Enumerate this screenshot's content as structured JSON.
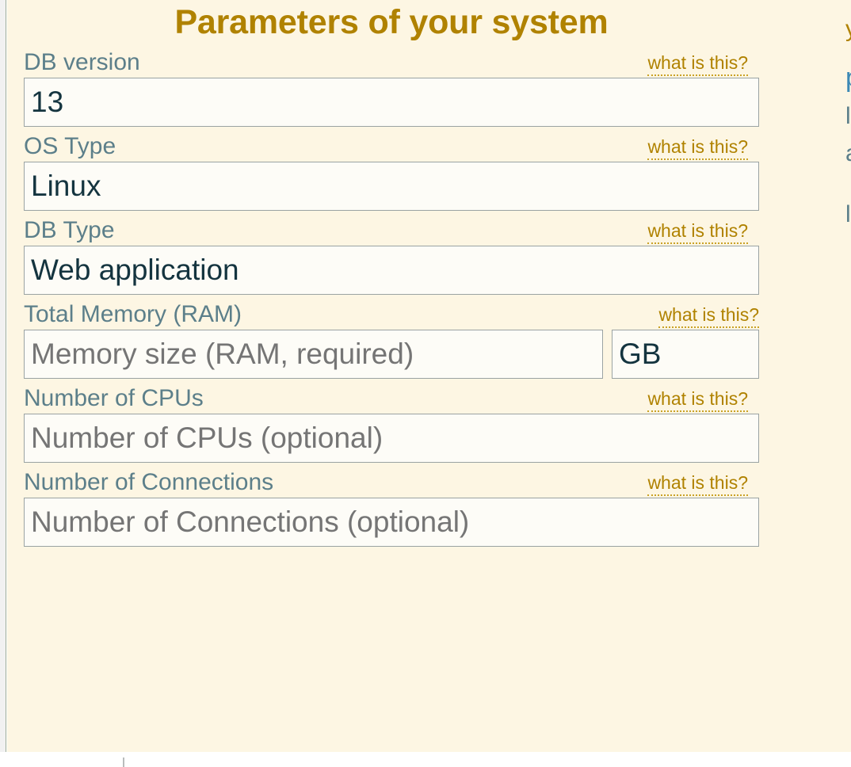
{
  "panel": {
    "title": "Parameters of your system",
    "help_link_label": "what is this?"
  },
  "fields": [
    {
      "label": "DB version",
      "name": "db-version",
      "value": "13",
      "placeholder": "",
      "is_placeholder": false,
      "help": "what is this?"
    },
    {
      "label": "OS Type",
      "name": "os-type",
      "value": "Linux",
      "placeholder": "",
      "is_placeholder": false,
      "help": "what is this?"
    },
    {
      "label": "DB Type",
      "name": "db-type",
      "value": "Web application",
      "placeholder": "",
      "is_placeholder": false,
      "help": "what is this?"
    },
    {
      "label": "Total Memory (RAM)",
      "name": "total-memory",
      "value": "Memory size (RAM, required)",
      "placeholder": "Memory size (RAM, required)",
      "is_placeholder": true,
      "unit_value": "GB",
      "help": "what is this?"
    },
    {
      "label": "Number of CPUs",
      "name": "number-of-cpus",
      "value": "Number of CPUs (optional)",
      "placeholder": "Number of CPUs (optional)",
      "is_placeholder": true,
      "help": "what is this?"
    },
    {
      "label": "Number of Connections",
      "name": "number-of-connections",
      "value": "Number of Connections (optional)",
      "placeholder": "Number of Connections (optional)",
      "is_placeholder": true,
      "help": "what is this?"
    }
  ],
  "right_column_clipped": {
    "title_fragment": "y",
    "line_fragments": [
      "p",
      "l",
      "a",
      "l"
    ]
  },
  "colors": {
    "panel_background": "#fdf6e3",
    "title_gold": "#b08200",
    "label_slate": "#5c7f8a",
    "value_navy": "#14343f",
    "placeholder_gray": "#757575",
    "field_border": "#9aa3a3",
    "field_background": "#fdfcf7",
    "gutter": "#f1f1f1"
  }
}
